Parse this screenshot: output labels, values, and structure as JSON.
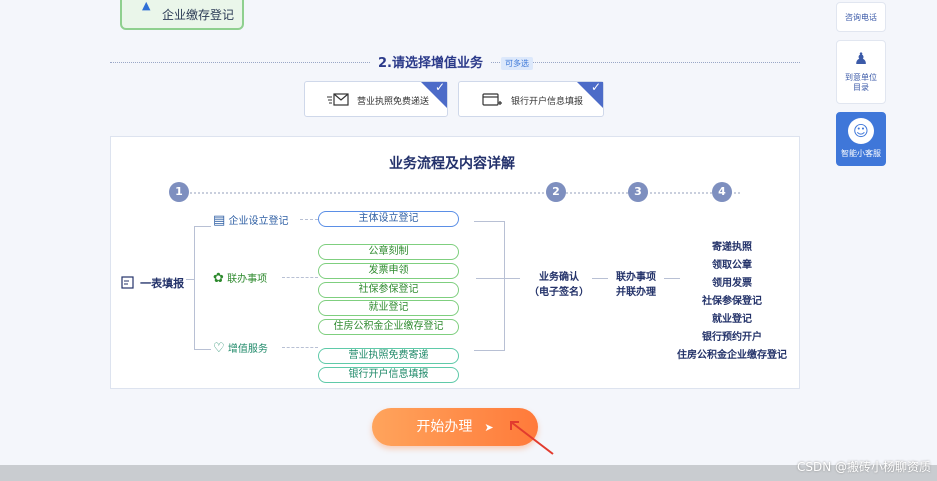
{
  "top_card": {
    "label": "企业缴存登记"
  },
  "section": {
    "title": "2.请选择增值业务",
    "badge": "可多选"
  },
  "options": [
    {
      "label": "营业执照免费递送",
      "icon": "mail-delivery-icon"
    },
    {
      "label": "银行开户信息填报",
      "icon": "bank-card-icon"
    }
  ],
  "flow": {
    "title": "业务流程及内容详解",
    "steps": [
      "1",
      "2",
      "3",
      "4"
    ],
    "start_item": "一表填报",
    "categories": [
      {
        "label": "企业设立登记",
        "icon": "registration-icon",
        "color": "#2d5ea3"
      },
      {
        "label": "联办事项",
        "icon": "joint-service-icon",
        "color": "#2e8a2e"
      },
      {
        "label": "增值服务",
        "icon": "value-added-icon",
        "color": "#208a6a"
      }
    ],
    "pills": [
      "主体设立登记",
      "公章刻制",
      "发票申领",
      "社保参保登记",
      "就业登记",
      "住房公积金企业缴存登记",
      "营业执照免费寄递",
      "银行开户信息填报"
    ],
    "confirm": [
      "业务确认",
      "（电子签名）"
    ],
    "joint": [
      "联办事项",
      "并联办理"
    ],
    "results": [
      "寄递执照",
      "领取公章",
      "领用发票",
      "社保参保登记",
      "就业登记",
      "银行预约开户",
      "住房公积金企业缴存登记"
    ]
  },
  "start_button": {
    "label": "开始办理",
    "arrow": "➤"
  },
  "sidebar": {
    "phone": "咨询电话",
    "directory_line1": "到意单位",
    "directory_line2": "目录",
    "assistant": "智能小客服"
  },
  "watermark": "CSDN @搬砖小杨聊资质",
  "colors": {
    "accent": "#4c6bc8",
    "button": "#ff8a45",
    "step": "#7e8fbf"
  }
}
